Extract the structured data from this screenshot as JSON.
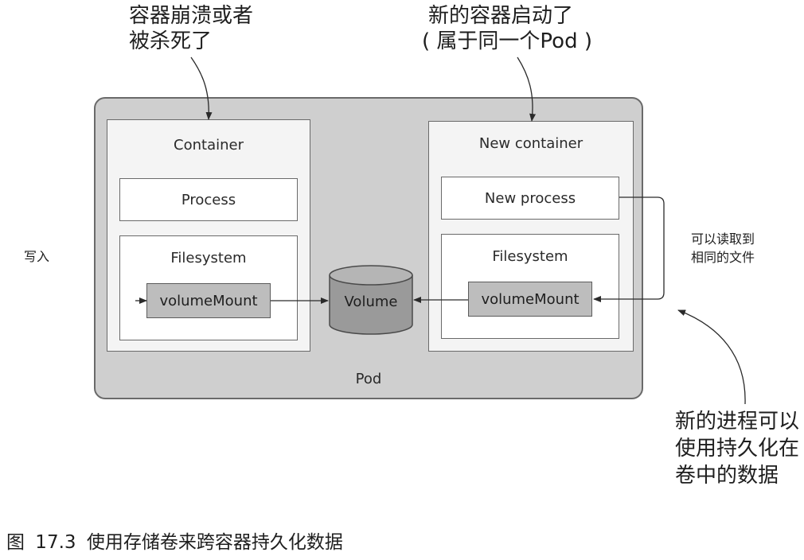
{
  "annotations": {
    "crashed_line1": "容器崩溃或者",
    "crashed_line2": "被杀死了",
    "new_started_line1": "新的容器启动了",
    "new_started_line2": "( 属于同一个Pod )",
    "writes": "写入",
    "reads_line1": "可以读取到",
    "reads_line2": "相同的文件",
    "persist_line1": "新的进程可以",
    "persist_line2": "使用持久化在",
    "persist_line3": "卷中的数据"
  },
  "pod": {
    "label": "Pod",
    "left_container": {
      "title": "Container",
      "process": "Process",
      "filesystem": "Filesystem",
      "mount": "volumeMount"
    },
    "right_container": {
      "title": "New container",
      "process": "New process",
      "filesystem": "Filesystem",
      "mount": "volumeMount"
    },
    "volume": "Volume"
  },
  "caption": "图 17.3 使用存储卷来跨容器持久化数据"
}
